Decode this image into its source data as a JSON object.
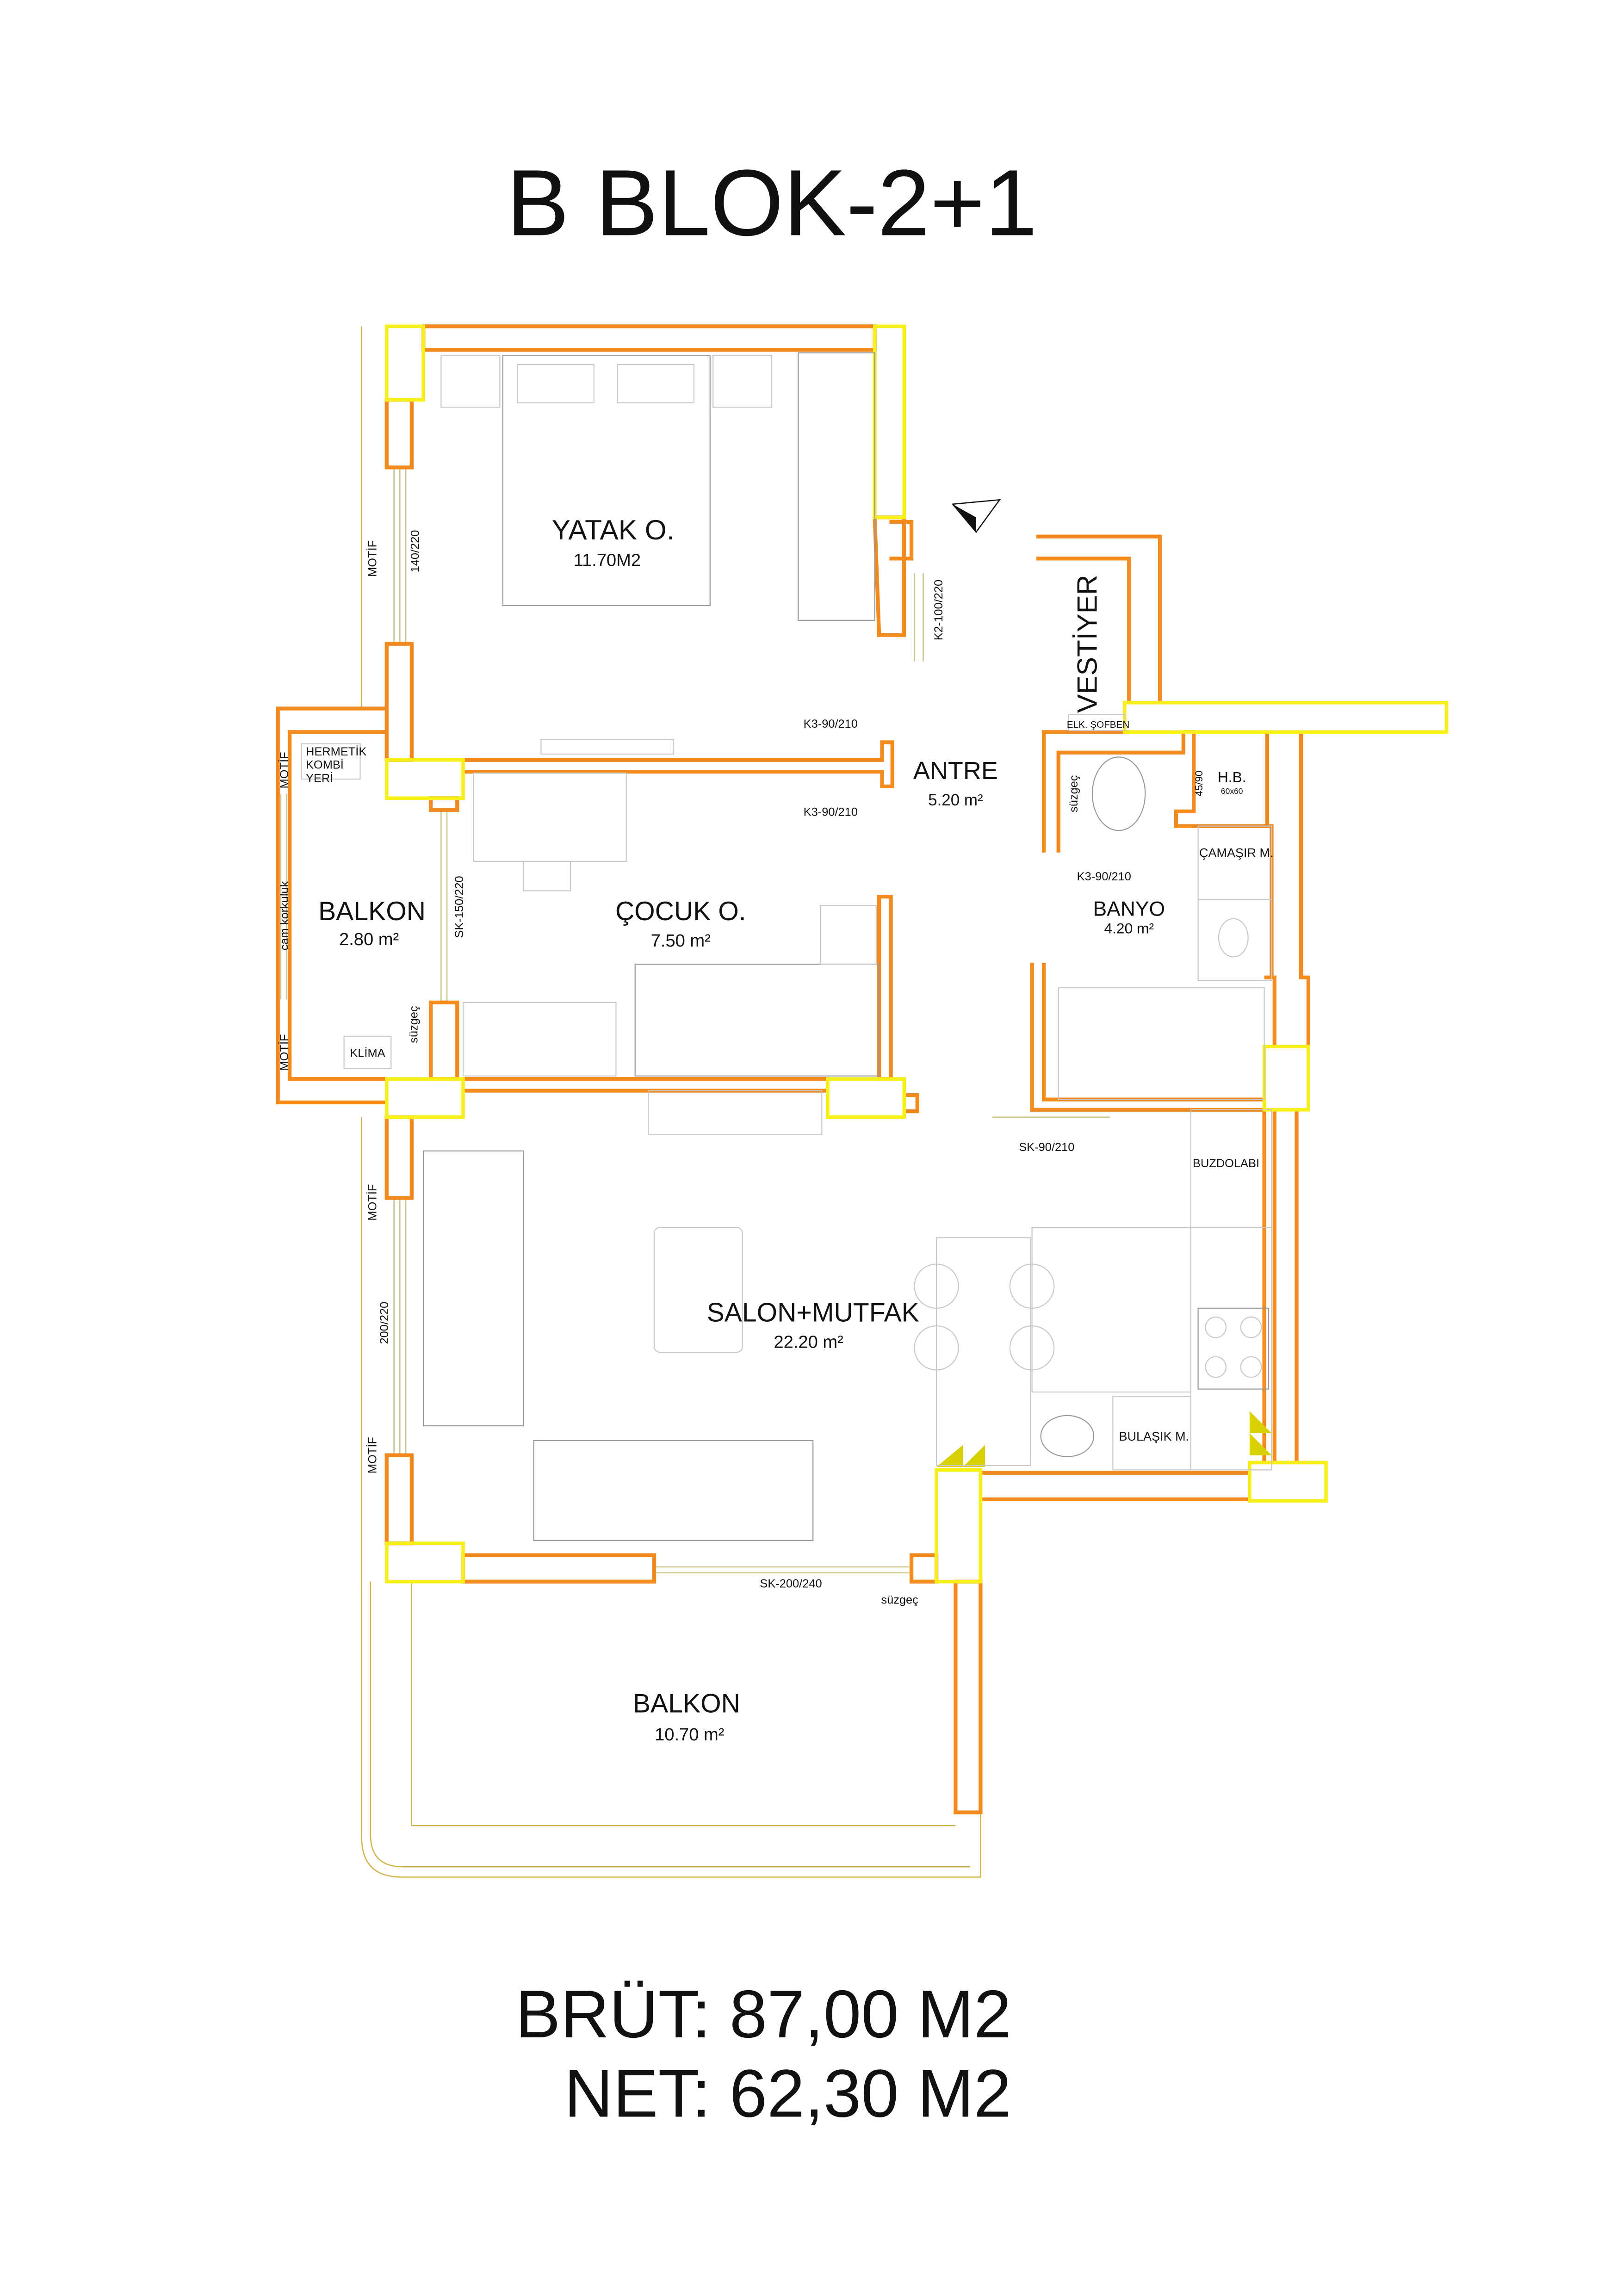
{
  "title": "B BLOK-2+1",
  "colors": {
    "wall": "#f28a1e",
    "column": "#f7ef1a",
    "text": "#111111"
  },
  "rooms": {
    "yatak": {
      "name": "YATAK O.",
      "area": "11.70M2"
    },
    "antre": {
      "name": "ANTRE",
      "area": "5.20 m²"
    },
    "vestiyer": {
      "name": "VESTİYER"
    },
    "banyo": {
      "name": "BANYO",
      "area": "4.20 m²"
    },
    "balkon_small": {
      "name": "BALKON",
      "area": "2.80 m²"
    },
    "cocuk": {
      "name": "ÇOCUK O.",
      "area": "7.50 m²"
    },
    "salon": {
      "name": "SALON+MUTFAK",
      "area": "22.20 m²"
    },
    "balkon_large": {
      "name": "BALKON",
      "area": "10.70 m²"
    }
  },
  "labels": {
    "motif": "MOTİF",
    "win_140_220": "140/220",
    "door_k2": "K2-100/220",
    "elk_sofben": "ELK. ŞOFBEN",
    "door_k3": "K3-90/210",
    "hermetik_1": "HERMETİK",
    "hermetik_2": "KOMBİ",
    "hermetik_3": "YERİ",
    "suzgec": "süzgeç",
    "win_45_90": "45/90",
    "hb": "H.B.",
    "hb_size": "60x60",
    "camasir": "ÇAMAŞIR M.",
    "cam_korkuluk": "cam korkuluk",
    "sk_150_220": "SK-150/220",
    "klima": "KLİMA",
    "sk_90_210": "SK-90/210",
    "buzdolabi": "BUZDOLABI",
    "win_200_220": "200/220",
    "bulasik": "BULAŞIK M.",
    "sk_200_240": "SK-200/240"
  },
  "summary": {
    "brut": "BRÜT: 87,00 M2",
    "net": "NET: 62,30 M2"
  }
}
